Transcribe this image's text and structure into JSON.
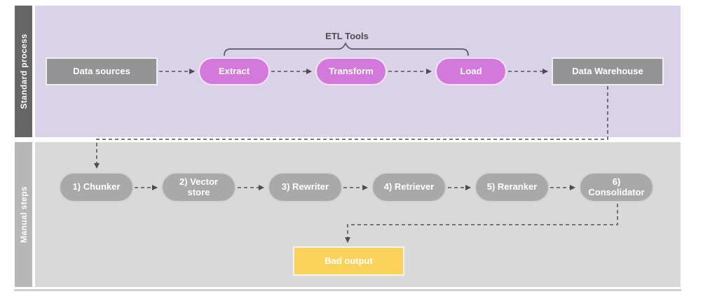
{
  "diagram": {
    "annotation": {
      "etl_tools_label": "ETL Tools"
    },
    "lanes": [
      {
        "label": "Standard process",
        "nodes": [
          {
            "label": "Data sources"
          },
          {
            "label": "Extract"
          },
          {
            "label": "Transform"
          },
          {
            "label": "Load"
          },
          {
            "label": "Data Warehouse"
          }
        ]
      },
      {
        "label": "Manual steps",
        "nodes": [
          {
            "label": "1) Chunker"
          },
          {
            "label": "2) Vector store"
          },
          {
            "label": "3) Rewriter"
          },
          {
            "label": "4) Retriever"
          },
          {
            "label": "5) Reranker"
          },
          {
            "label": "6) Consolidator"
          },
          {
            "label": "Bad output"
          }
        ]
      }
    ],
    "flow_edges": [
      "Data sources -> Extract",
      "Extract -> Transform",
      "Transform -> Load",
      "Load -> Data Warehouse",
      "Data Warehouse -> 1) Chunker",
      "1) Chunker -> 2) Vector store",
      "2) Vector store -> 3) Rewriter",
      "3) Rewriter -> 4) Retriever",
      "4) Retriever -> 5) Reranker",
      "5) Reranker -> 6) Consolidator",
      "6) Consolidator -> Bad output"
    ],
    "colors": {
      "standard_lane_bg": "#d9d2e9",
      "manual_lane_bg": "#d9d9d9",
      "standard_lane_bar": "#666666",
      "manual_lane_bar": "#b7b7b7",
      "etl_node_fill": "#d479dc",
      "gray_node_fill": "#949494",
      "step_node_fill": "#a9a9a9",
      "bad_output_fill": "#fbd35b",
      "connector": "#666666"
    }
  }
}
